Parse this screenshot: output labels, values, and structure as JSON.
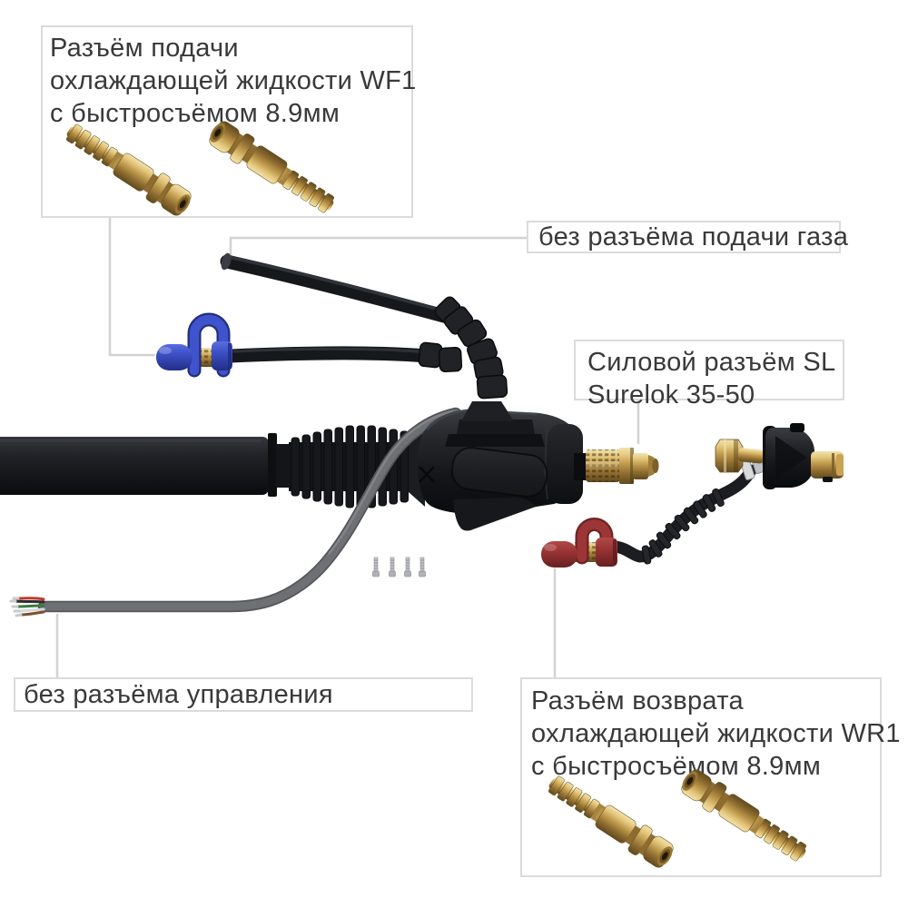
{
  "callouts": {
    "wf1": {
      "lines": [
        "Разъём подачи",
        "охлаждающей жидкости WF1",
        "с быстросъёмом 8.9мм"
      ]
    },
    "gas": {
      "label": "без разъёма подачи газа"
    },
    "sl": {
      "lines": [
        "Силовой разъём SL",
        "Surelok 35-50"
      ]
    },
    "control": {
      "label": "без разъёма управления"
    },
    "wr1": {
      "lines": [
        "Разъём возврата",
        "охлаждающей жидкости WR1",
        "с быстросъёмом 8.9мм"
      ]
    }
  },
  "colors": {
    "background": "#ffffff",
    "callout_border": "#dbdbdb",
    "label_text": "#39393b",
    "callout_line": "#d2d2d2",
    "blue_connector": "#3c50c6",
    "red_connector": "#9b3435",
    "brass": "#c49a4e",
    "cable_black": "#17181b",
    "control_cable_gray": "#6f7074",
    "screw_silver": "#c3c5c8"
  },
  "icons": {
    "brass-fitting-icon": "quick-release brass hose nipple 8.9mm",
    "blue-quick-connector": "water-feed quick connector with blue cap and clip",
    "red-quick-connector": "water-return quick connector with dark-red cap and clip",
    "power-pin": "brass power connector pin SL Surelok 35-50",
    "surelok-connector": "detached Surelok plug with brass elbow nut",
    "gas-tube": "open gas hose without connector",
    "control-cable": "gray control cable with bare wire ends",
    "mounting-screws": "four small silver screws"
  }
}
